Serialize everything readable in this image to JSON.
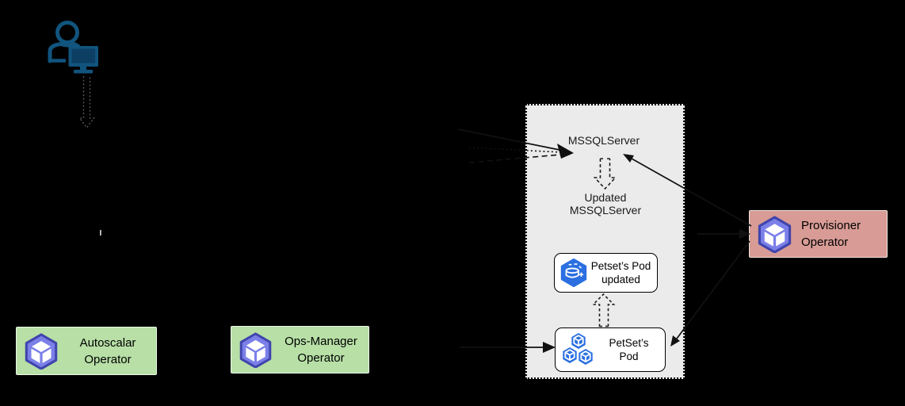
{
  "diagram": {
    "panel": {
      "mssql_label": "MSSQLServer",
      "updated_label_line1": "Updated",
      "updated_label_line2": "MSSQLServer"
    },
    "nodes": {
      "petset_pod_updated": {
        "line1": "Petset’s Pod",
        "line2": "updated"
      },
      "petset_pod": {
        "line1": "PetSet’s",
        "line2": "Pod"
      },
      "autoscalar": {
        "line1": "Autoscalar",
        "line2": "Operator"
      },
      "ops_manager": {
        "line1": "Ops-Manager",
        "line2": "Operator"
      },
      "provisioner": {
        "line1": "Provisioner",
        "line2": "Operator"
      }
    },
    "icons": {
      "user": "user-at-computer-icon",
      "operator": "kubernetes-operator-cube-icon",
      "pod": "pod-cubes-icon",
      "pod_updated": "pod-updated-icon"
    },
    "colors": {
      "background": "#000000",
      "panel_fill": "#ebebeb",
      "operator_green": "#b7dfa6",
      "operator_red": "#d89b95",
      "kubernetes_blue": "#2b6fe0",
      "operator_purple": "#7b80e8",
      "operator_purple_dark": "#4044ad",
      "user_teal": "#11547e",
      "node_white": "#ffffff",
      "line_black": "#111111"
    }
  }
}
